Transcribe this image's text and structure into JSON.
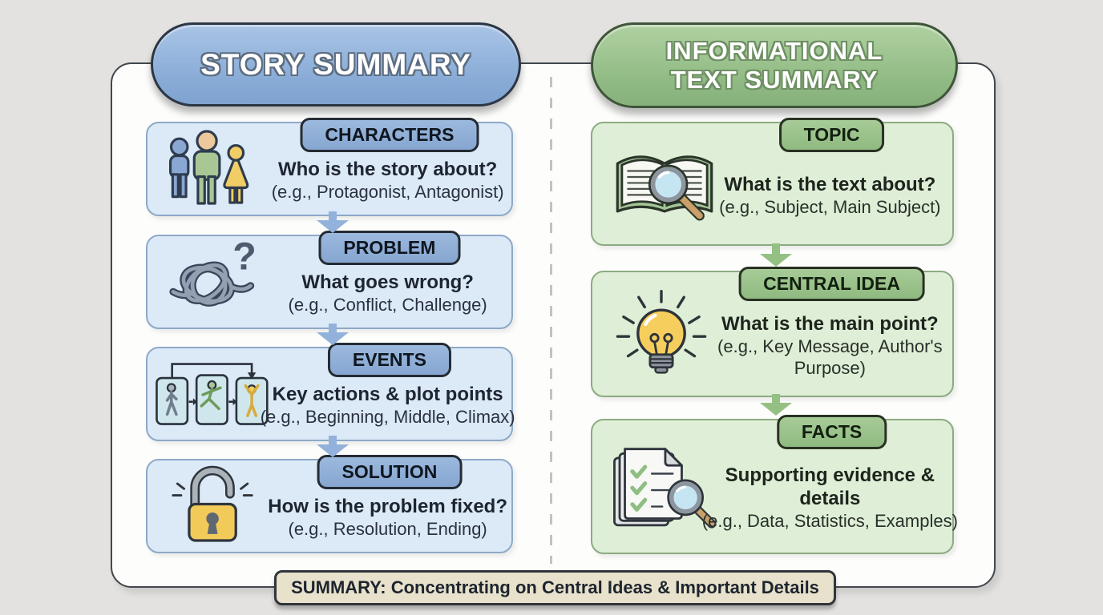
{
  "palette": {
    "background": "#e3e2e0",
    "card": "#fdfdfc",
    "card_border": "#43474c",
    "blue_header": "#8fb0d9",
    "blue_box": "#dce9f7",
    "blue_box_border": "#8ea9c8",
    "blue_tab": "#8db0d9",
    "blue_arrow": "#92b2db",
    "green_header": "#9cc490",
    "green_box": "#dfeed6",
    "green_box_border": "#8cab81",
    "green_tab": "#99c18c",
    "green_arrow": "#94c084",
    "summary_bg": "#e8e1cb",
    "summary_border": "#30353b"
  },
  "left": {
    "header": "STORY SUMMARY",
    "items": [
      {
        "tab": "CHARACTERS",
        "question": "Who is the story about?",
        "example": "(e.g., Protagonist, Antagonist)",
        "icon": "people-icon"
      },
      {
        "tab": "PROBLEM",
        "question": "What goes wrong?",
        "example": "(e.g., Conflict, Challenge)",
        "icon": "tangled-knot-icon"
      },
      {
        "tab": "EVENTS",
        "question": "Key actions & plot points",
        "example": "(e.g., Beginning, Middle, Climax)",
        "icon": "sequence-panels-icon"
      },
      {
        "tab": "SOLUTION",
        "question": "How is the problem fixed?",
        "example": "(e.g., Resolution, Ending)",
        "icon": "open-padlock-icon"
      }
    ]
  },
  "right": {
    "header_line1": "INFORMATIONAL",
    "header_line2": "TEXT SUMMARY",
    "items": [
      {
        "tab": "TOPIC",
        "question": "What is the text about?",
        "example": "(e.g., Subject, Main Subject)",
        "icon": "book-magnifier-icon"
      },
      {
        "tab": "CENTRAL IDEA",
        "question": "What is the main point?",
        "example": "(e.g., Key Message, Author's Purpose)",
        "icon": "lightbulb-icon"
      },
      {
        "tab": "FACTS",
        "question": "Supporting evidence & details",
        "example": "(e.g., Data, Statistics, Examples)",
        "icon": "documents-magnifier-icon"
      }
    ]
  },
  "footer": {
    "summary": "SUMMARY: Concentrating on Central Ideas & Important Details"
  }
}
